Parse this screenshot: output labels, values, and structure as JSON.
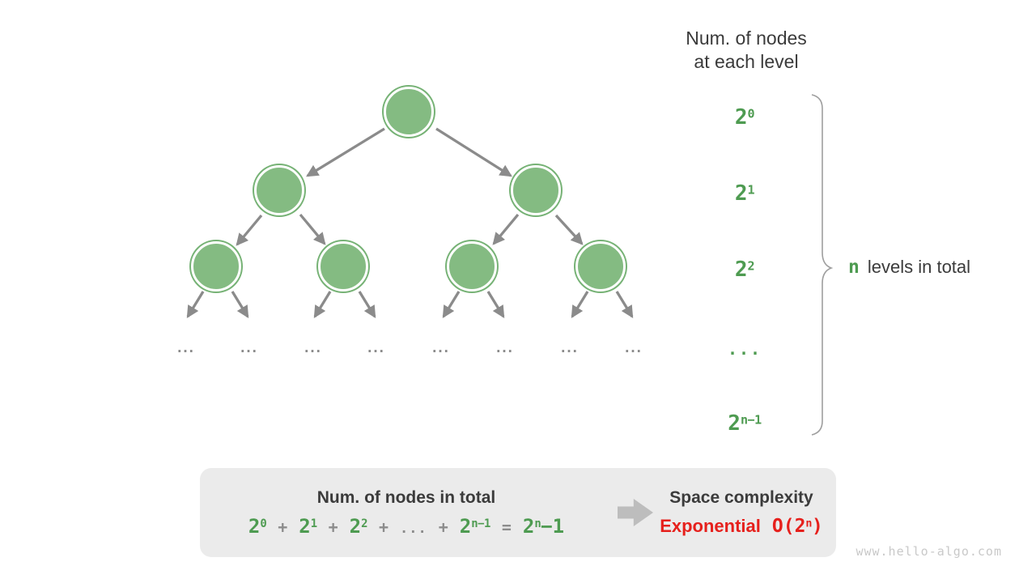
{
  "header": {
    "line1": "Num. of nodes",
    "line2": "at each level"
  },
  "tree": {
    "ellipsis": "...",
    "levels_shown": 3,
    "node_count": 7
  },
  "level_labels": [
    {
      "base": "2",
      "sup": "0"
    },
    {
      "base": "2",
      "sup": "1"
    },
    {
      "base": "2",
      "sup": "2"
    },
    {
      "text": "..."
    },
    {
      "base": "2",
      "sup": "n−1"
    }
  ],
  "brace_label": {
    "n": "n",
    "rest": "levels in total"
  },
  "summary_box": {
    "left_title": "Num. of nodes in total",
    "formula": [
      {
        "text": "2",
        "sup": "0",
        "role": "green"
      },
      {
        "text": "+",
        "role": "gray"
      },
      {
        "text": "2",
        "sup": "1",
        "role": "green"
      },
      {
        "text": "+",
        "role": "gray"
      },
      {
        "text": "2",
        "sup": "2",
        "role": "green"
      },
      {
        "text": "+",
        "role": "gray"
      },
      {
        "text": "...",
        "role": "gray",
        "dots": true
      },
      {
        "text": "+",
        "role": "gray"
      },
      {
        "text": "2",
        "sup": "n−1",
        "role": "green"
      },
      {
        "text": "=",
        "role": "gray"
      },
      {
        "text": "2",
        "sup": "n",
        "tail": "−1",
        "role": "green"
      }
    ],
    "right_title": "Space complexity",
    "complexity_word": "Exponential",
    "complexity_notation": {
      "text": "O(2",
      "sup": "n",
      "tail": ")"
    }
  },
  "watermark": "www.hello-algo.com",
  "colors": {
    "node_fill": "#84BB82",
    "node_ring": "#76B275",
    "arrow": "#8B8B8B",
    "green_text": "#4E9B51",
    "dark_text": "#3B3B3B",
    "gray_text": "#8C8C8C",
    "red_text": "#E6201C",
    "box_bg": "#EBEBEB"
  }
}
